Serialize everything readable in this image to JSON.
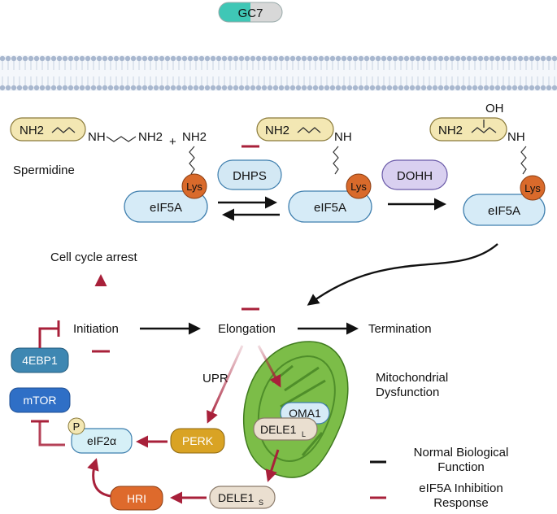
{
  "inhibitor": "GC7",
  "substrate_label": "Spermidine",
  "groups": {
    "nh2": "NH2",
    "nh": "NH",
    "oh": "OH",
    "plus": "+",
    "lys": "Lys",
    "phospho": "P"
  },
  "proteins": {
    "eif5a": "eIF5A",
    "dhps": "DHPS",
    "dohh": "DOHH",
    "oma1": "OMA1",
    "dele1": "DELE1",
    "dele1_long_sub": "L",
    "dele1_short_sub": "S",
    "perk": "PERK",
    "hri": "HRI",
    "eif2a": "eIF2α",
    "mtor": "mTOR",
    "ebp1": "4EBP1"
  },
  "processes": {
    "cell_cycle_arrest": "Cell cycle arrest",
    "initiation": "Initiation",
    "elongation": "Elongation",
    "termination": "Termination",
    "upr": "UPR",
    "mito_line1": "Mitochondrial",
    "mito_line2": "Dysfunction"
  },
  "legend": {
    "normal_line1": "Normal Biological",
    "normal_line2": "Function",
    "inhibition_line1": "eIF5A Inhibition",
    "inhibition_line2": "Response"
  },
  "colors": {
    "normal": "#111111",
    "inhibition": "#a8203a",
    "eif5a_fill": "#d6ebf7",
    "eif5a_stroke": "#3f7fae",
    "lys_fill": "#d96a2b",
    "spermidine_fill": "#f3e7b3",
    "dhps_fill": "#d3e8f4",
    "dohh_fill": "#d9d0f0",
    "mito_fill": "#7cbd48",
    "perk_fill": "#d9a324",
    "hri_fill": "#de6a2c",
    "ebp1_fill": "#3e87b2",
    "mtor_fill": "#2f6fc6",
    "dele1_fill": "#eadfd0"
  }
}
